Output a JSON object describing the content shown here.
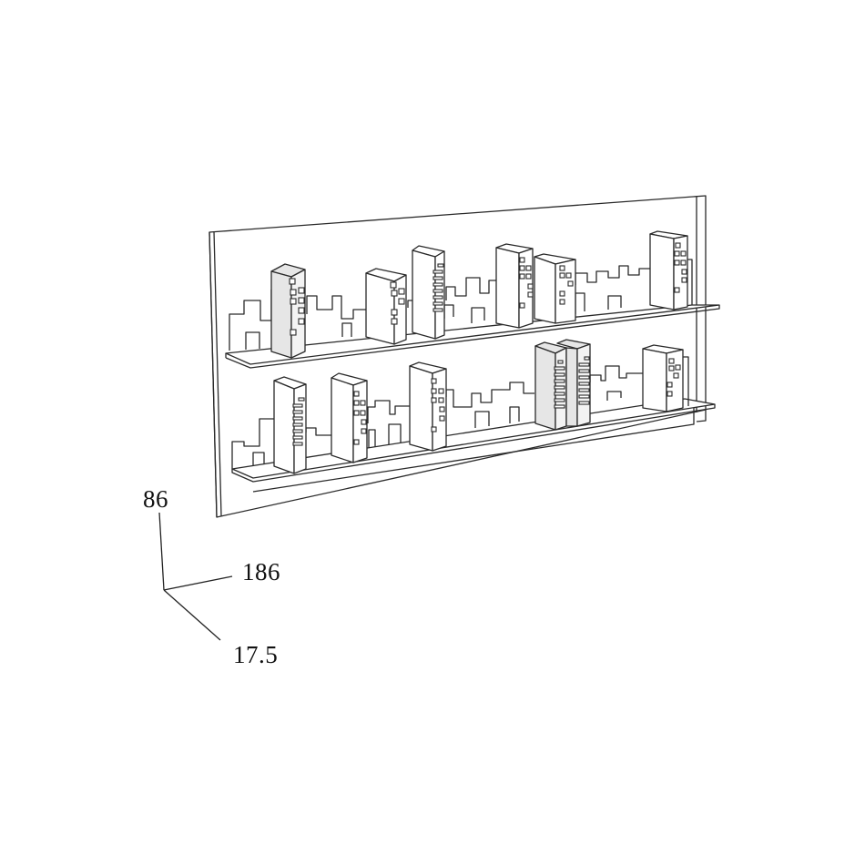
{
  "figure": {
    "subject": "wall-mounted shelf panel with city skyline cut-out shelves",
    "shelf_count": 2,
    "colors": {
      "line": "#2a2a2a",
      "background": "#ffffff",
      "shaded_building": "#e6e6e6"
    }
  },
  "dimensions": {
    "height": "86",
    "width": "186",
    "depth": "17.5"
  }
}
